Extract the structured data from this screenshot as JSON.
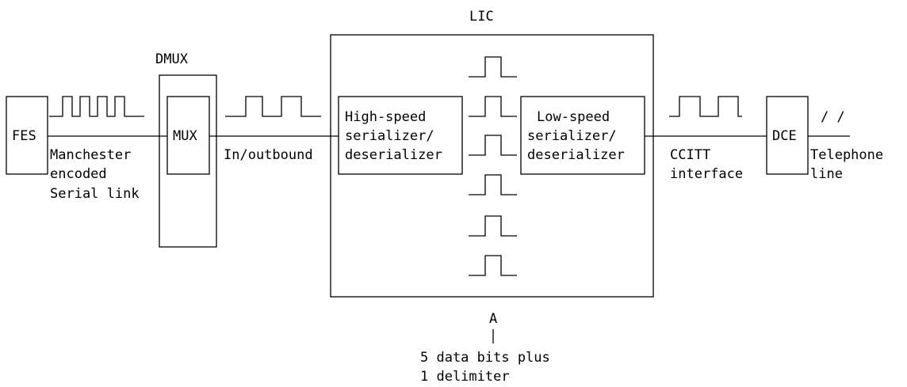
{
  "diagram": {
    "lic_label": "LIC",
    "dmux_label": "DMUX",
    "fes": "FES",
    "mux": "MUX",
    "high_speed": [
      "High-speed",
      "serializer/",
      "deserializer"
    ],
    "low_speed": [
      "Low-speed",
      "serializer/",
      "deserializer"
    ],
    "dce": "DCE",
    "serial_link": [
      "Manchester",
      "encoded",
      "Serial link"
    ],
    "inoutbound": "In/outbound",
    "ccitt": [
      "CCITT",
      "interface"
    ],
    "telephone": [
      "Telephone",
      "line"
    ],
    "slashes": "/ /",
    "point_a": "A",
    "note": [
      "5 data bits plus",
      "1 delimiter"
    ]
  }
}
